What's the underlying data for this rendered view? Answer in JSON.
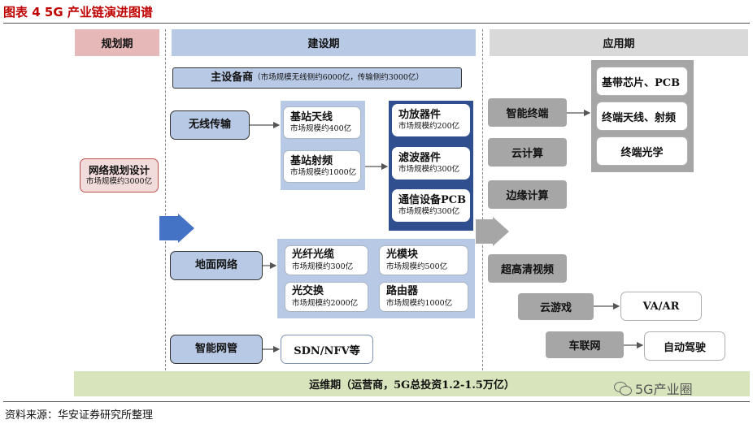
{
  "title": "图表 4 5G 产业链演进图谱",
  "phases": {
    "planning": "规划期",
    "construction": "建设期",
    "application": "应用期"
  },
  "planning": {
    "label": "网络规划设计",
    "sub": "市场规模约3000亿"
  },
  "main_equipment": {
    "label": "主设备商",
    "note": "（市场规模无线侧约6000亿，传输侧约3000亿）"
  },
  "wireless": {
    "label": "无线传输",
    "items": [
      {
        "label": "基站天线",
        "sub": "市场规模约400亿"
      },
      {
        "label": "基站射频",
        "sub": "市场规模约1000亿"
      }
    ]
  },
  "components": [
    {
      "label": "功放器件",
      "sub": "市场规模约200亿"
    },
    {
      "label": "滤波器件",
      "sub": "市场规模约300亿"
    },
    {
      "label": "通信设备PCB",
      "sub": "市场规模约300亿"
    }
  ],
  "ground": {
    "label": "地面网络",
    "items": [
      {
        "label": "光纤光缆",
        "sub": "市场规模约300亿"
      },
      {
        "label": "光模块",
        "sub": "市场规模约500亿"
      },
      {
        "label": "光交换",
        "sub": "市场规模约2000亿"
      },
      {
        "label": "路由器",
        "sub": "市场规模约1000亿"
      }
    ]
  },
  "smart_pipe": {
    "label": "智能网管",
    "target": "SDN/NFV等"
  },
  "applications": {
    "items": [
      "智能终端",
      "云计算",
      "边缘计算",
      "超高清视频"
    ],
    "terminal_parts": [
      "基带芯片、PCB",
      "终端天线、射频",
      "终端光学"
    ],
    "cloud_gaming": {
      "label": "云游戏",
      "target": "VA/AR"
    },
    "iov": {
      "label": "车联网",
      "target": "自动驾驶"
    }
  },
  "operations": "运维期（运营商，5G总投资1.2-1.5万亿）",
  "watermark": "5G产业圈",
  "source": "资料来源：华安证券研究所整理",
  "colors": {
    "title": "#c00000",
    "planning_bg": "#e6b8b7",
    "construction_bg": "#b8c9e6",
    "application_bg": "#d9d9d9",
    "navy": "#2f4f8f",
    "grey": "#a6a6a6",
    "operations_bg": "#d8e4bc"
  }
}
